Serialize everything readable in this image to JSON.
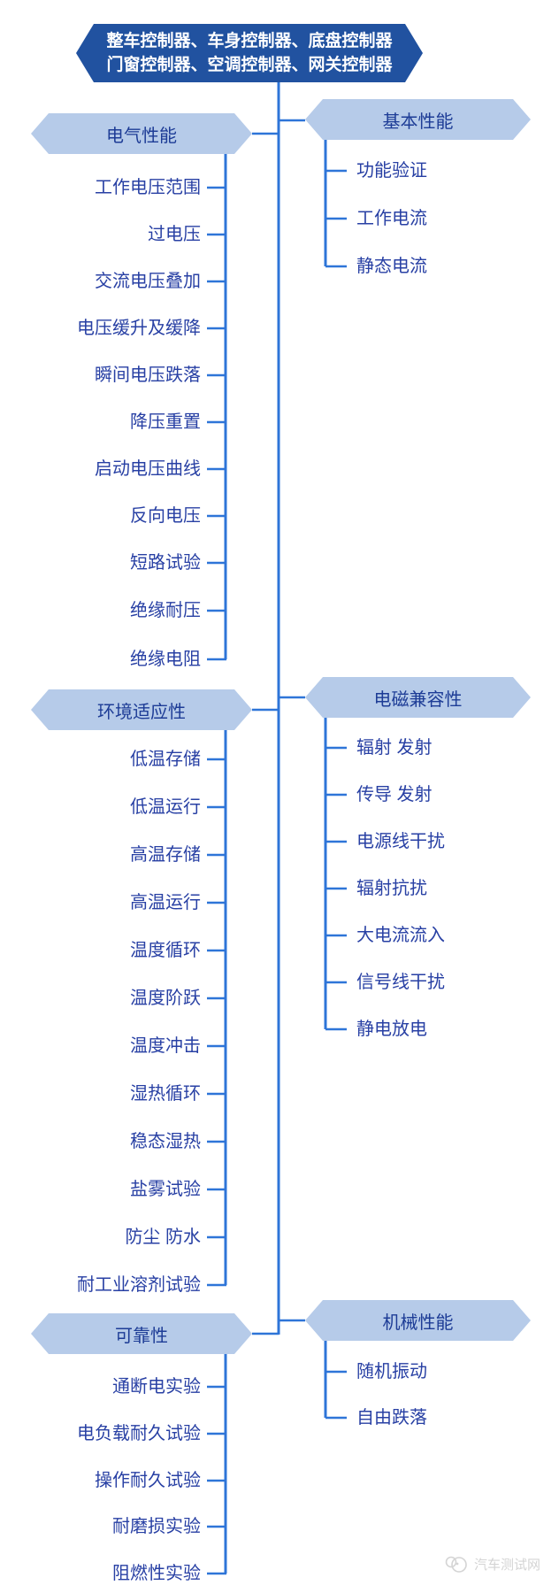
{
  "banner": {
    "line1": "整车控制器、车身控制器、底盘控制器",
    "line2": "门窗控制器、空调控制器、网关控制器"
  },
  "sections": [
    {
      "id": "electrical",
      "side": "left",
      "label": "电气性能",
      "items": [
        "工作电压范围",
        "过电压",
        "交流电压叠加",
        "电压缓升及缓降",
        "瞬间电压跌落",
        "降压重置",
        "启动电压曲线",
        "反向电压",
        "短路试验",
        "绝缘耐压",
        "绝缘电阻"
      ]
    },
    {
      "id": "basic",
      "side": "right",
      "label": "基本性能",
      "items": [
        "功能验证",
        "工作电流",
        "静态电流"
      ]
    },
    {
      "id": "environment",
      "side": "left",
      "label": "环境适应性",
      "items": [
        "低温存储",
        "低温运行",
        "高温存储",
        "高温运行",
        "温度循环",
        "温度阶跃",
        "温度冲击",
        "湿热循环",
        "稳态湿热",
        "盐雾试验",
        "防尘 防水",
        "耐工业溶剂试验"
      ]
    },
    {
      "id": "emc",
      "side": "right",
      "label": "电磁兼容性",
      "items": [
        "辐射 发射",
        "传导 发射",
        "电源线干扰",
        "辐射抗扰",
        "大电流流入",
        "信号线干扰",
        "静电放电"
      ]
    },
    {
      "id": "reliability",
      "side": "left",
      "label": "可靠性",
      "items": [
        "通断电实验",
        "电负载耐久试验",
        "操作耐久试验",
        "耐磨损实验",
        "阻燃性实验"
      ]
    },
    {
      "id": "mechanical",
      "side": "right",
      "label": "机械性能",
      "items": [
        "随机振动",
        "自由跌落"
      ]
    }
  ],
  "watermark": {
    "text": "汽车测试网"
  },
  "colors": {
    "banner_bg": "#2152A0",
    "node_fill": "#B6CBE9",
    "node_text": "#1D3C96",
    "leaf_text": "#2840A4",
    "line": "#2E75D8",
    "watermark_text": "#d4d4d4"
  }
}
